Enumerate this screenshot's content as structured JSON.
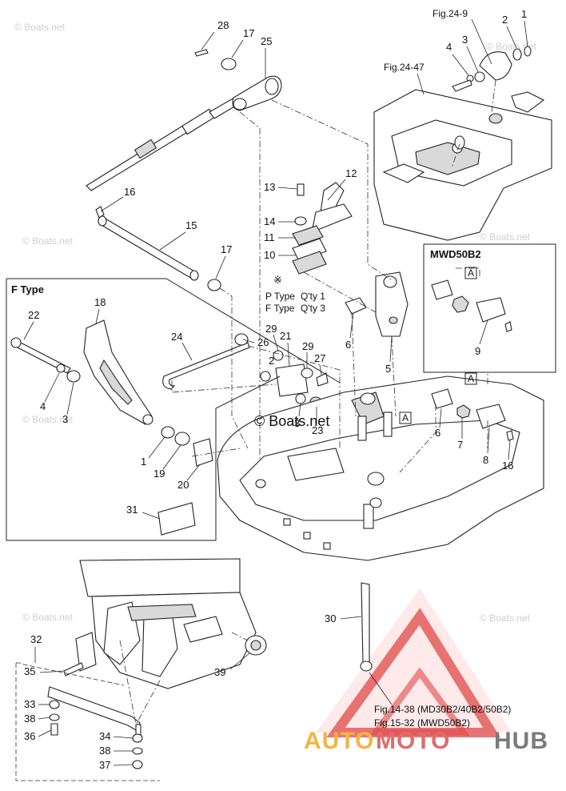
{
  "watermark": {
    "text": "© Boats.net",
    "center_text": "© Boats.net"
  },
  "figure_refs": {
    "fig_24_9": "Fig.24-9",
    "fig_24_47": "Fig.24-47",
    "fig_14_38": "Fig.14-38 (MD30B2/40B2/50B2)",
    "fig_15_32": "Fig.15-32 (MWD50B2)"
  },
  "boxes": {
    "f_type": "F Type",
    "mwd50b2": "MWD50B2",
    "marker_a": "A"
  },
  "qty_note": {
    "symbol": "※",
    "p_type": "P Type",
    "p_qty": "Q'ty 1",
    "f_type": "F Type",
    "f_qty": "Q'ty 3"
  },
  "callouts": {
    "c1": "1",
    "c2": "2",
    "c3": "3",
    "c4": "4",
    "c5": "5",
    "c6": "6",
    "c7": "7",
    "c8": "8",
    "c9": "9",
    "c10": "10",
    "c11": "11",
    "c12": "12",
    "c13": "13",
    "c14": "14",
    "c15": "15",
    "c16": "16",
    "c17": "17",
    "c18": "18",
    "c19": "19",
    "c20": "20",
    "c21": "21",
    "c22": "22",
    "c23": "23",
    "c24": "24",
    "c25": "25",
    "c26": "26",
    "c27": "27",
    "c28": "28",
    "c29": "29",
    "c30": "30",
    "c31": "31",
    "c32": "32",
    "c33": "33",
    "c34": "34",
    "c35": "35",
    "c36": "36",
    "c37": "37",
    "c38": "38",
    "c39": "39"
  },
  "brand": {
    "part1": "AUTO",
    "part2": "MOTO",
    "part3": "HUB"
  },
  "colors": {
    "logo_red": "#e0484a",
    "logo_gold": "#f2b544",
    "logo_gray": "#7a7a7a",
    "watermark": "#cfcfcf"
  }
}
